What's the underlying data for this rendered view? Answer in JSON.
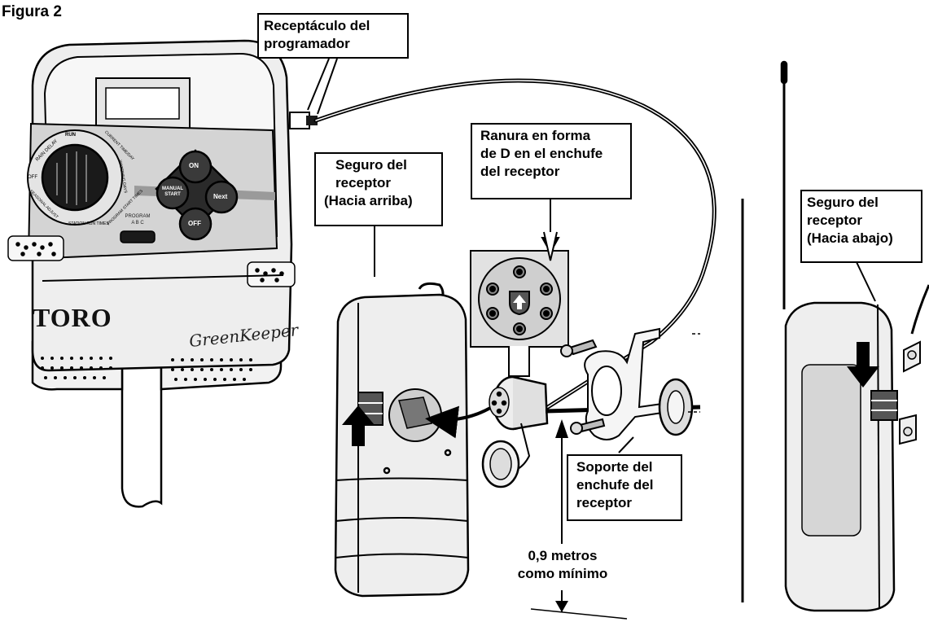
{
  "figure_title": "Figura 2",
  "controller": {
    "brand": "TORO",
    "model": "GreenKeeper",
    "buttons": {
      "on": "ON",
      "manual_start": [
        "MANUAL",
        "START"
      ],
      "next": "Next",
      "off": "OFF"
    },
    "program_label": "PROGRAM",
    "program_letters": "A B C",
    "dial_labels": [
      "RUN",
      "RAIN DELAY",
      "OFF",
      "SEASONAL ADJUST",
      "STATION RUN TIMES",
      "PROGRAM START TIMES",
      "CURRENT TIME/DAY",
      "WATERING DAYS"
    ]
  },
  "callouts": {
    "receptacle": {
      "lines": [
        "Receptáculo del",
        "programador"
      ]
    },
    "lock_up": {
      "lines": [
        "Seguro del",
        "receptor",
        "(Hacia arriba)"
      ]
    },
    "d_slot": {
      "lines": [
        "Ranura en forma",
        "de D en el enchufe",
        "del receptor"
      ]
    },
    "lock_down": {
      "lines": [
        "Seguro del",
        "receptor",
        "(Hacia abajo)"
      ]
    },
    "bracket": {
      "lines": [
        "Soporte del",
        "enchufe del",
        "receptor"
      ]
    },
    "distance": {
      "lines": [
        "0,9 metros",
        "como mínimo"
      ]
    }
  },
  "colors": {
    "line": "#000000",
    "housing": "#eeeeee",
    "panel": "#d4d4d4",
    "dark": "#1a1a1a",
    "stripe": "#9a9a9a"
  }
}
